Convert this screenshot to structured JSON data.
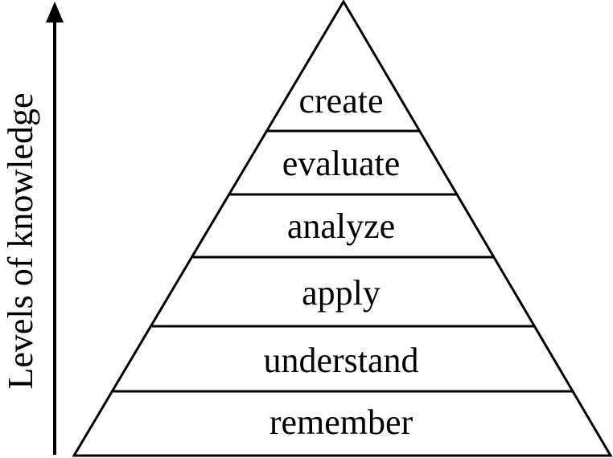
{
  "axis": {
    "label": "Levels of knowledge",
    "direction": "up"
  },
  "pyramid": {
    "levels_top_to_bottom": [
      "create",
      "evaluate",
      "analyze",
      "apply",
      "understand",
      "remember"
    ]
  },
  "colors": {
    "stroke": "#000000",
    "fill": "#ffffff",
    "text": "#000000"
  }
}
